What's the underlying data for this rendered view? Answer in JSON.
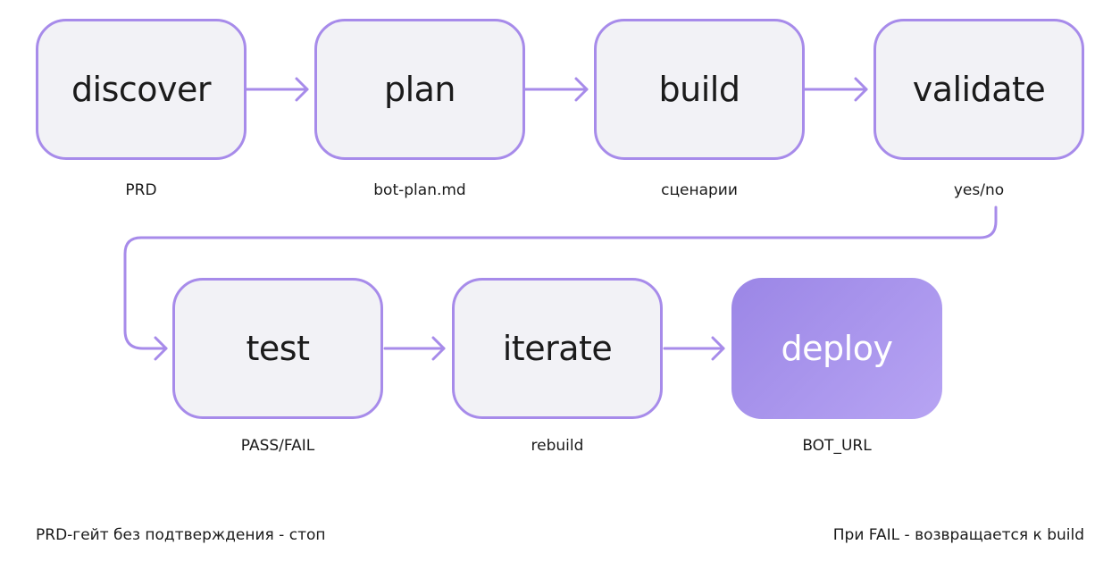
{
  "colors": {
    "accent": "#a78bea",
    "box_fill": "#f2f2f6",
    "final_fill_start": "#9b86e6",
    "final_fill_end": "#b7a4f3"
  },
  "steps": [
    {
      "label": "discover",
      "output": "PRD"
    },
    {
      "label": "plan",
      "output": "bot-plan.md"
    },
    {
      "label": "build",
      "output": "сценарии"
    },
    {
      "label": "validate",
      "output": "yes/no"
    },
    {
      "label": "test",
      "output": "PASS/FAIL"
    },
    {
      "label": "iterate",
      "output": "rebuild"
    },
    {
      "label": "deploy",
      "output": "BOT_URL"
    }
  ],
  "notes": {
    "left": "PRD-гейт без подтверждения - стоп",
    "right": "При FAIL - возвращается к  build"
  }
}
